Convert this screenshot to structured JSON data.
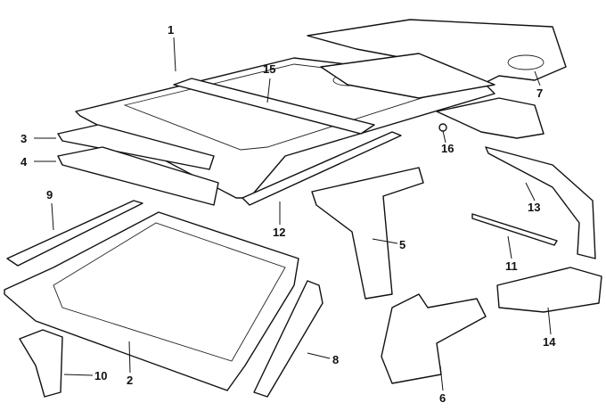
{
  "diagram": {
    "title": "",
    "callouts": [
      {
        "id": "1",
        "text": "1"
      },
      {
        "id": "2",
        "text": "2"
      },
      {
        "id": "3",
        "text": "3"
      },
      {
        "id": "4",
        "text": "4"
      },
      {
        "id": "5",
        "text": "5"
      },
      {
        "id": "6",
        "text": "6"
      },
      {
        "id": "7",
        "text": "7"
      },
      {
        "id": "8",
        "text": "8"
      },
      {
        "id": "9",
        "text": "9"
      },
      {
        "id": "10",
        "text": "10"
      },
      {
        "id": "11",
        "text": "11"
      },
      {
        "id": "12",
        "text": "12"
      },
      {
        "id": "13",
        "text": "13"
      },
      {
        "id": "14",
        "text": "14"
      },
      {
        "id": "15",
        "text": "15"
      },
      {
        "id": "16",
        "text": "16"
      }
    ]
  }
}
